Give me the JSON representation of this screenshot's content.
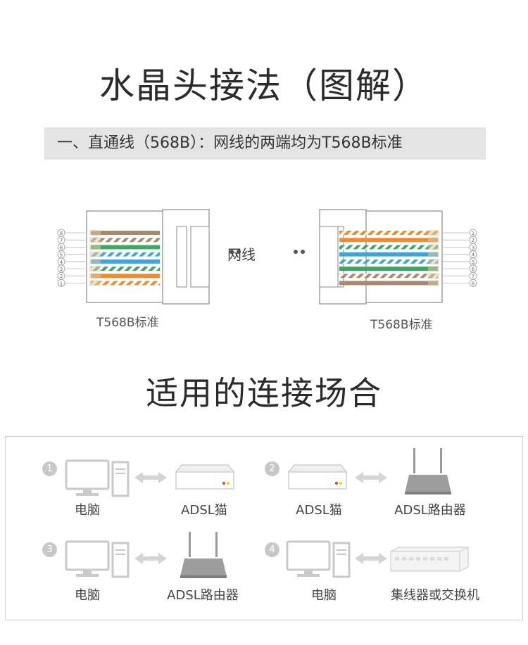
{
  "title": "水晶头接法（图解）",
  "banner": "一、直通线（568B）：网线的两端均为T568B标准",
  "connector_left_label": "T568B标准",
  "connector_right_label": "T568B标准",
  "cable_label": "网线",
  "pin_numbers": [
    "1",
    "2",
    "3",
    "4",
    "5",
    "6",
    "7",
    "8"
  ],
  "wire_colors": {
    "orange": "#f28a30",
    "green": "#3aa862",
    "blue": "#3ba6dc",
    "brown": "#a78a6d",
    "white": "#ffffff",
    "jacket": "#a78a6d"
  },
  "section_title": "适用的连接场合",
  "scenarios": [
    {
      "number": "1",
      "left_label": "电脑",
      "right_label": "ADSL猫"
    },
    {
      "number": "2",
      "left_label": "ADSL猫",
      "right_label": "ADSL路由器"
    },
    {
      "number": "3",
      "left_label": "电脑",
      "right_label": "ADSL路由器"
    },
    {
      "number": "4",
      "left_label": "电脑",
      "right_label": "集线器或交换机"
    }
  ]
}
